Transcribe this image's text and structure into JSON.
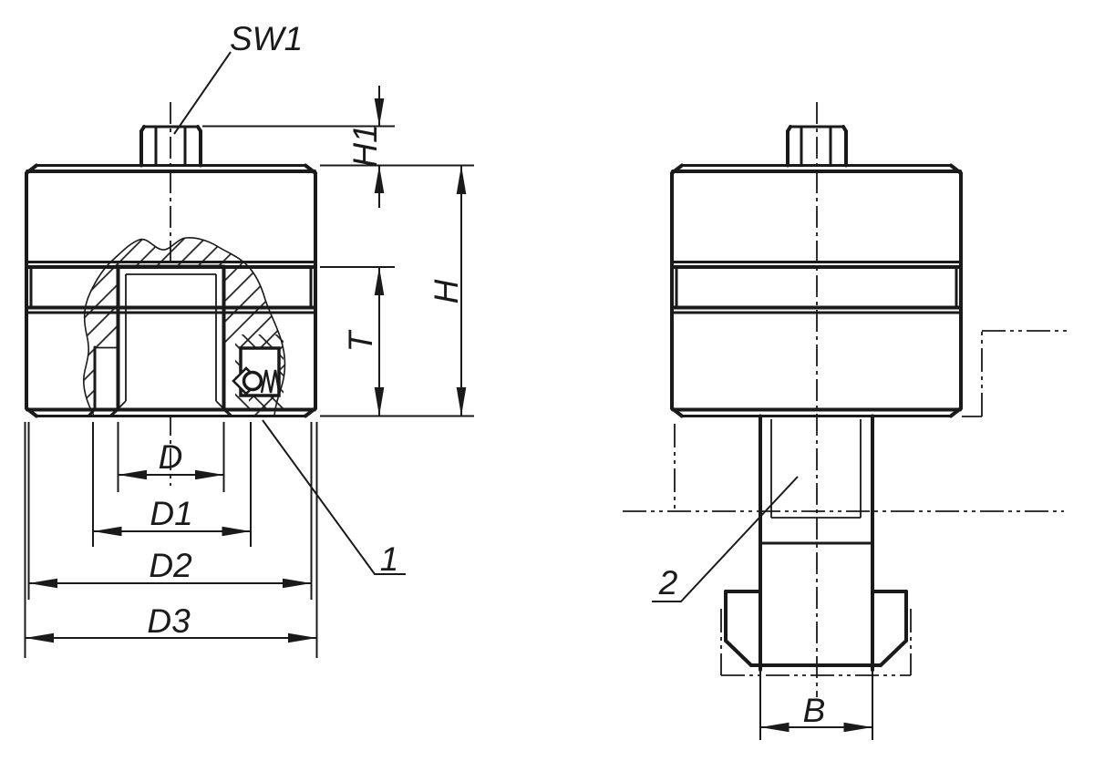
{
  "drawing": {
    "background": "#ffffff",
    "line_color": "#1a1a1a",
    "labels": {
      "wrench_size": "SW1",
      "boss_height": "H1",
      "total_height": "H",
      "thread_depth": "T",
      "thread_diameter": "D",
      "counterbore_diameter": "D1",
      "body_diameter": "D2",
      "outer_diameter": "D3",
      "slot_width": "B",
      "item_1": "1",
      "item_2": "2"
    }
  }
}
